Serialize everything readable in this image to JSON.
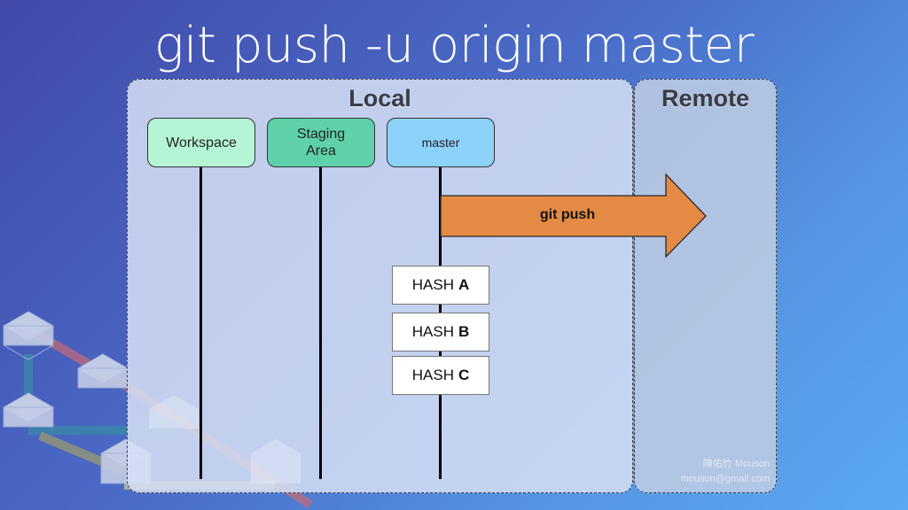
{
  "title": "git push -u origin master",
  "colors": {
    "workspace": "#b5f5d6",
    "staging": "#5ed1a9",
    "master": "#8dd2fb",
    "push_arrow": "#e48a44"
  },
  "local": {
    "label": "Local",
    "nodes": [
      {
        "id": "workspace",
        "label": "Workspace"
      },
      {
        "id": "staging",
        "label": "Staging Area"
      },
      {
        "id": "master",
        "label": "master"
      }
    ],
    "commits": [
      {
        "prefix": "HASH",
        "id": "A"
      },
      {
        "prefix": "HASH",
        "id": "B"
      },
      {
        "prefix": "HASH",
        "id": "C"
      }
    ]
  },
  "remote": {
    "label": "Remote"
  },
  "push_arrow": {
    "label": "git push",
    "from": "master",
    "to": "Remote"
  },
  "credit": {
    "name": "陳佑竹 Mouson",
    "email": "mouson@gmail.com"
  }
}
